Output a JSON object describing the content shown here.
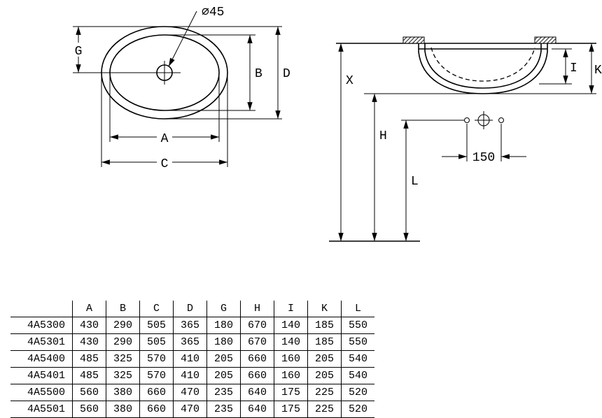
{
  "title": "Undercounter oval washbasin technical drawing",
  "colors": {
    "line": "#000000",
    "background": "#ffffff"
  },
  "diagram": {
    "top_view": {
      "drain_diameter_label": "∅45",
      "labels": {
        "g": "G",
        "b": "B",
        "d": "D",
        "a": "A",
        "c": "C"
      }
    },
    "side_view": {
      "labels": {
        "x": "X",
        "h": "H",
        "l": "L",
        "i": "I",
        "k": "K",
        "hole_spacing": "150"
      }
    }
  },
  "table": {
    "columns": [
      "",
      "A",
      "B",
      "C",
      "D",
      "G",
      "H",
      "I",
      "K",
      "L"
    ],
    "rows": [
      {
        "model": "4A5300",
        "values": [
          "430",
          "290",
          "505",
          "365",
          "180",
          "670",
          "140",
          "185",
          "550"
        ]
      },
      {
        "model": "4A5301",
        "values": [
          "430",
          "290",
          "505",
          "365",
          "180",
          "670",
          "140",
          "185",
          "550"
        ]
      },
      {
        "model": "4A5400",
        "values": [
          "485",
          "325",
          "570",
          "410",
          "205",
          "660",
          "160",
          "205",
          "540"
        ]
      },
      {
        "model": "4A5401",
        "values": [
          "485",
          "325",
          "570",
          "410",
          "205",
          "660",
          "160",
          "205",
          "540"
        ]
      },
      {
        "model": "4A5500",
        "values": [
          "560",
          "380",
          "660",
          "470",
          "235",
          "640",
          "175",
          "225",
          "520"
        ]
      },
      {
        "model": "4A5501",
        "values": [
          "560",
          "380",
          "660",
          "470",
          "235",
          "640",
          "175",
          "225",
          "520"
        ]
      }
    ]
  }
}
